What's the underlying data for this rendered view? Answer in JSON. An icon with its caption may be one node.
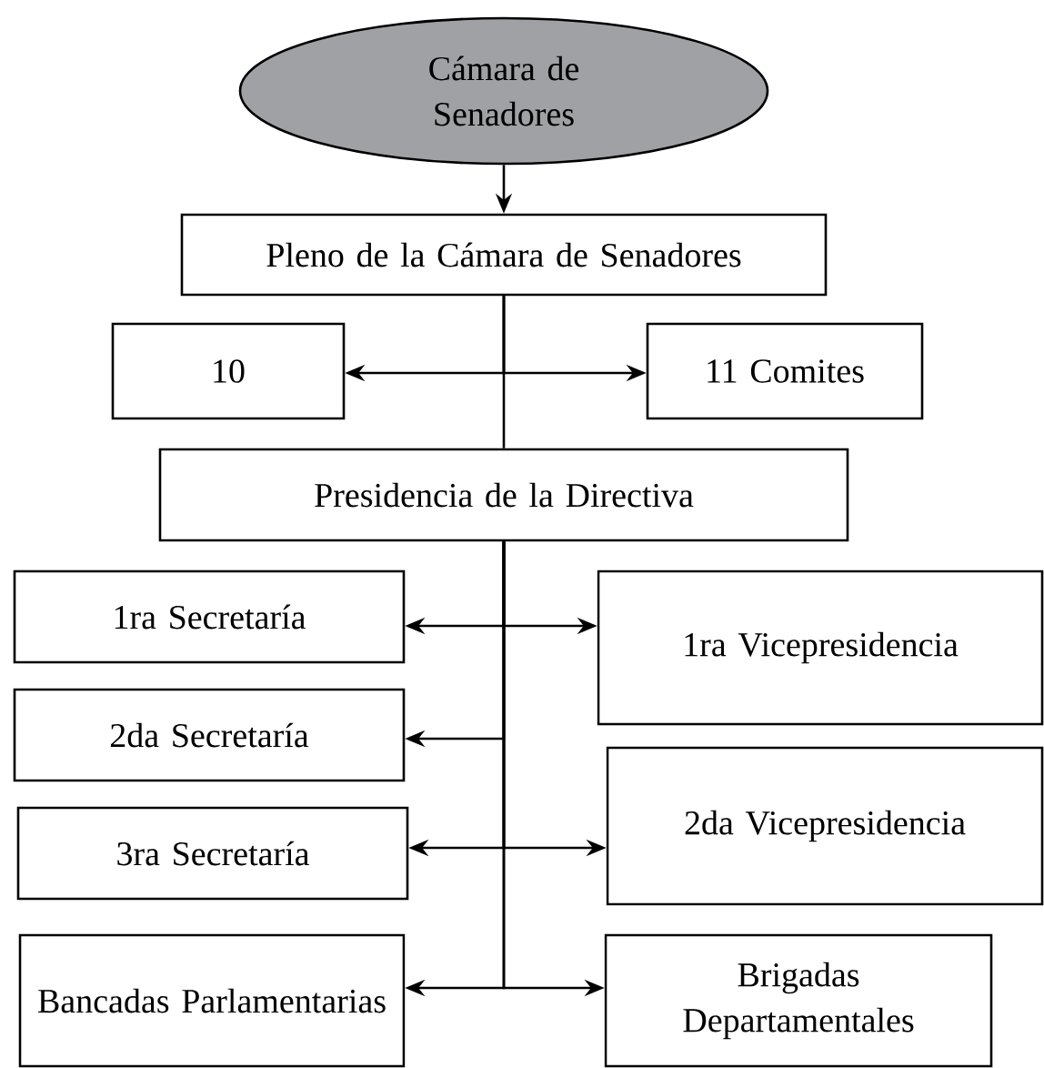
{
  "diagram": {
    "nodes": [
      {
        "text": [
          "Cámara de Senadores"
        ]
      },
      {
        "text": [
          "Pleno de la Cámara de Senadores"
        ]
      },
      {
        "text": [
          "10"
        ]
      },
      {
        "text": [
          "11 Comites"
        ]
      },
      {
        "text": [
          "Presidencia de la Directiva"
        ]
      },
      {
        "text": [
          "1ra Secretaría"
        ]
      },
      {
        "text": [
          "1ra Vicepresidencia"
        ]
      },
      {
        "text": [
          "2da Secretaría"
        ]
      },
      {
        "text": [
          "2da Vicepresidencia"
        ]
      },
      {
        "text": [
          "3ra Secretaría"
        ]
      },
      {
        "text": [
          "Bancadas Parlamentarias"
        ]
      },
      {
        "text": [
          "Brigadas Departamentales"
        ]
      }
    ],
    "edges": [
      {
        "from": 0,
        "to": 1,
        "arrow": "to"
      },
      {
        "from": 1,
        "to": 4,
        "arrow": "none"
      },
      {
        "from": 1,
        "to": 2,
        "arrow": "to"
      },
      {
        "from": 1,
        "to": 3,
        "arrow": "to"
      },
      {
        "from": 4,
        "to": 5,
        "arrow": "to"
      },
      {
        "from": 4,
        "to": 6,
        "arrow": "to"
      },
      {
        "from": 4,
        "to": 7,
        "arrow": "to"
      },
      {
        "from": 4,
        "to": 9,
        "arrow": "to"
      },
      {
        "from": 4,
        "to": 8,
        "arrow": "to"
      },
      {
        "from": 4,
        "to": 10,
        "arrow": "to"
      },
      {
        "from": 4,
        "to": 11,
        "arrow": "to"
      }
    ]
  }
}
